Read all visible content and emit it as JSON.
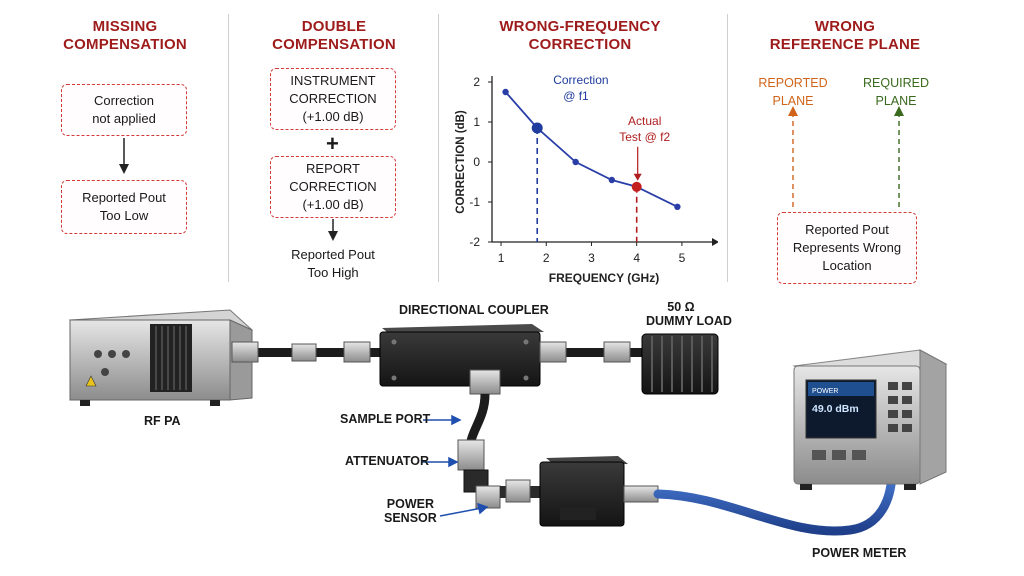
{
  "panels": {
    "missing": {
      "title": [
        "MISSING",
        "COMPENSATION"
      ],
      "box1": [
        "Correction",
        "not applied"
      ],
      "box2": [
        "Reported Pout",
        "Too Low"
      ]
    },
    "double": {
      "title": [
        "DOUBLE",
        "COMPENSATION"
      ],
      "box1": [
        "INSTRUMENT",
        "CORRECTION",
        "(+1.00 dB)"
      ],
      "plus": "+",
      "box2": [
        "REPORT",
        "CORRECTION",
        "(+1.00 dB)"
      ],
      "result": [
        "Reported Pout",
        "Too High"
      ]
    },
    "wrong_freq": {
      "title": [
        "WRONG-FREQUENCY",
        "CORRECTION"
      ]
    },
    "wrong_plane": {
      "title": [
        "WRONG",
        "REFERENCE PLANE"
      ],
      "reported": [
        "REPORTED",
        "PLANE"
      ],
      "required": [
        "REQUIRED",
        "PLANE"
      ],
      "box": [
        "Reported Pout",
        "Represents Wrong",
        "Location"
      ]
    }
  },
  "chart_data": {
    "type": "line",
    "xlabel": "FREQUENCY (GHz)",
    "ylabel": "CORRECTION (dB)",
    "xlim": [
      0.8,
      5.4
    ],
    "ylim": [
      -2,
      2
    ],
    "xticks": [
      1,
      2,
      3,
      4,
      5
    ],
    "yticks": [
      2,
      1,
      0,
      -1,
      -2
    ],
    "x": [
      1.1,
      1.8,
      2.65,
      3.45,
      4.0,
      4.9
    ],
    "y": [
      1.75,
      0.85,
      0.0,
      -0.45,
      -0.62,
      -1.12
    ],
    "annotations": [
      {
        "text": [
          "Correction",
          "@ f1"
        ],
        "x": 1.8,
        "y": 0.85,
        "color": "#1f3c9e"
      },
      {
        "text": [
          "Actual",
          "Test @ f2"
        ],
        "x": 4.0,
        "y": -0.62,
        "color": "#b01e1e"
      }
    ],
    "colors": {
      "line": "#2a3ea8",
      "f1_marker": "#1f3c9e",
      "f2_marker": "#c41f1f"
    }
  },
  "setup": {
    "rf_pa": "RF PA",
    "coupler": "DIRECTIONAL COUPLER",
    "dummy_load": [
      "50 Ω",
      "DUMMY LOAD"
    ],
    "sample_port": "SAMPLE PORT",
    "attenuator": "ATTENUATOR",
    "power_sensor": [
      "POWER",
      "SENSOR"
    ],
    "power_meter": "POWER METER",
    "meter_reading": "49.0 dBm",
    "meter_brand": "POWER"
  }
}
